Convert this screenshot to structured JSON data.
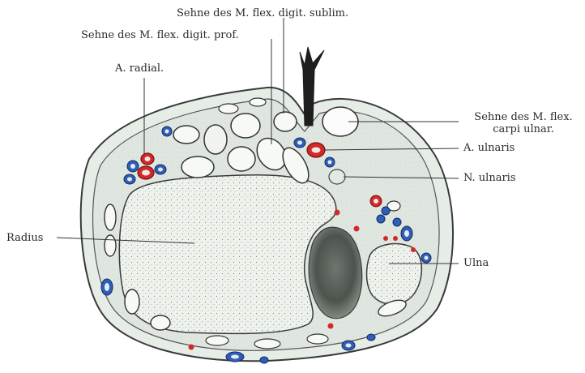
{
  "labels": {
    "flex_digit_sublim": "Sehne des M. flex.  digit. sublim.",
    "flex_digit_prof": "Sehne des M. flex. digit. prof.",
    "a_radial": "A. radial.",
    "flex_carpi_ulnar_line1": "Sehne des M. flex.",
    "flex_carpi_ulnar_line2": "carpi ulnar.",
    "a_ulnaris": "A. ulnaris",
    "n_ulnaris": "N. ulnaris",
    "radius": "Radius",
    "ulna": "Ulna"
  },
  "colors": {
    "artery": "#d02a2a",
    "vein": "#2f5fb5",
    "tissue": "#dfe7e0",
    "bone": "#e9eee7",
    "outline": "#3a3a3a",
    "background": "#ffffff"
  }
}
